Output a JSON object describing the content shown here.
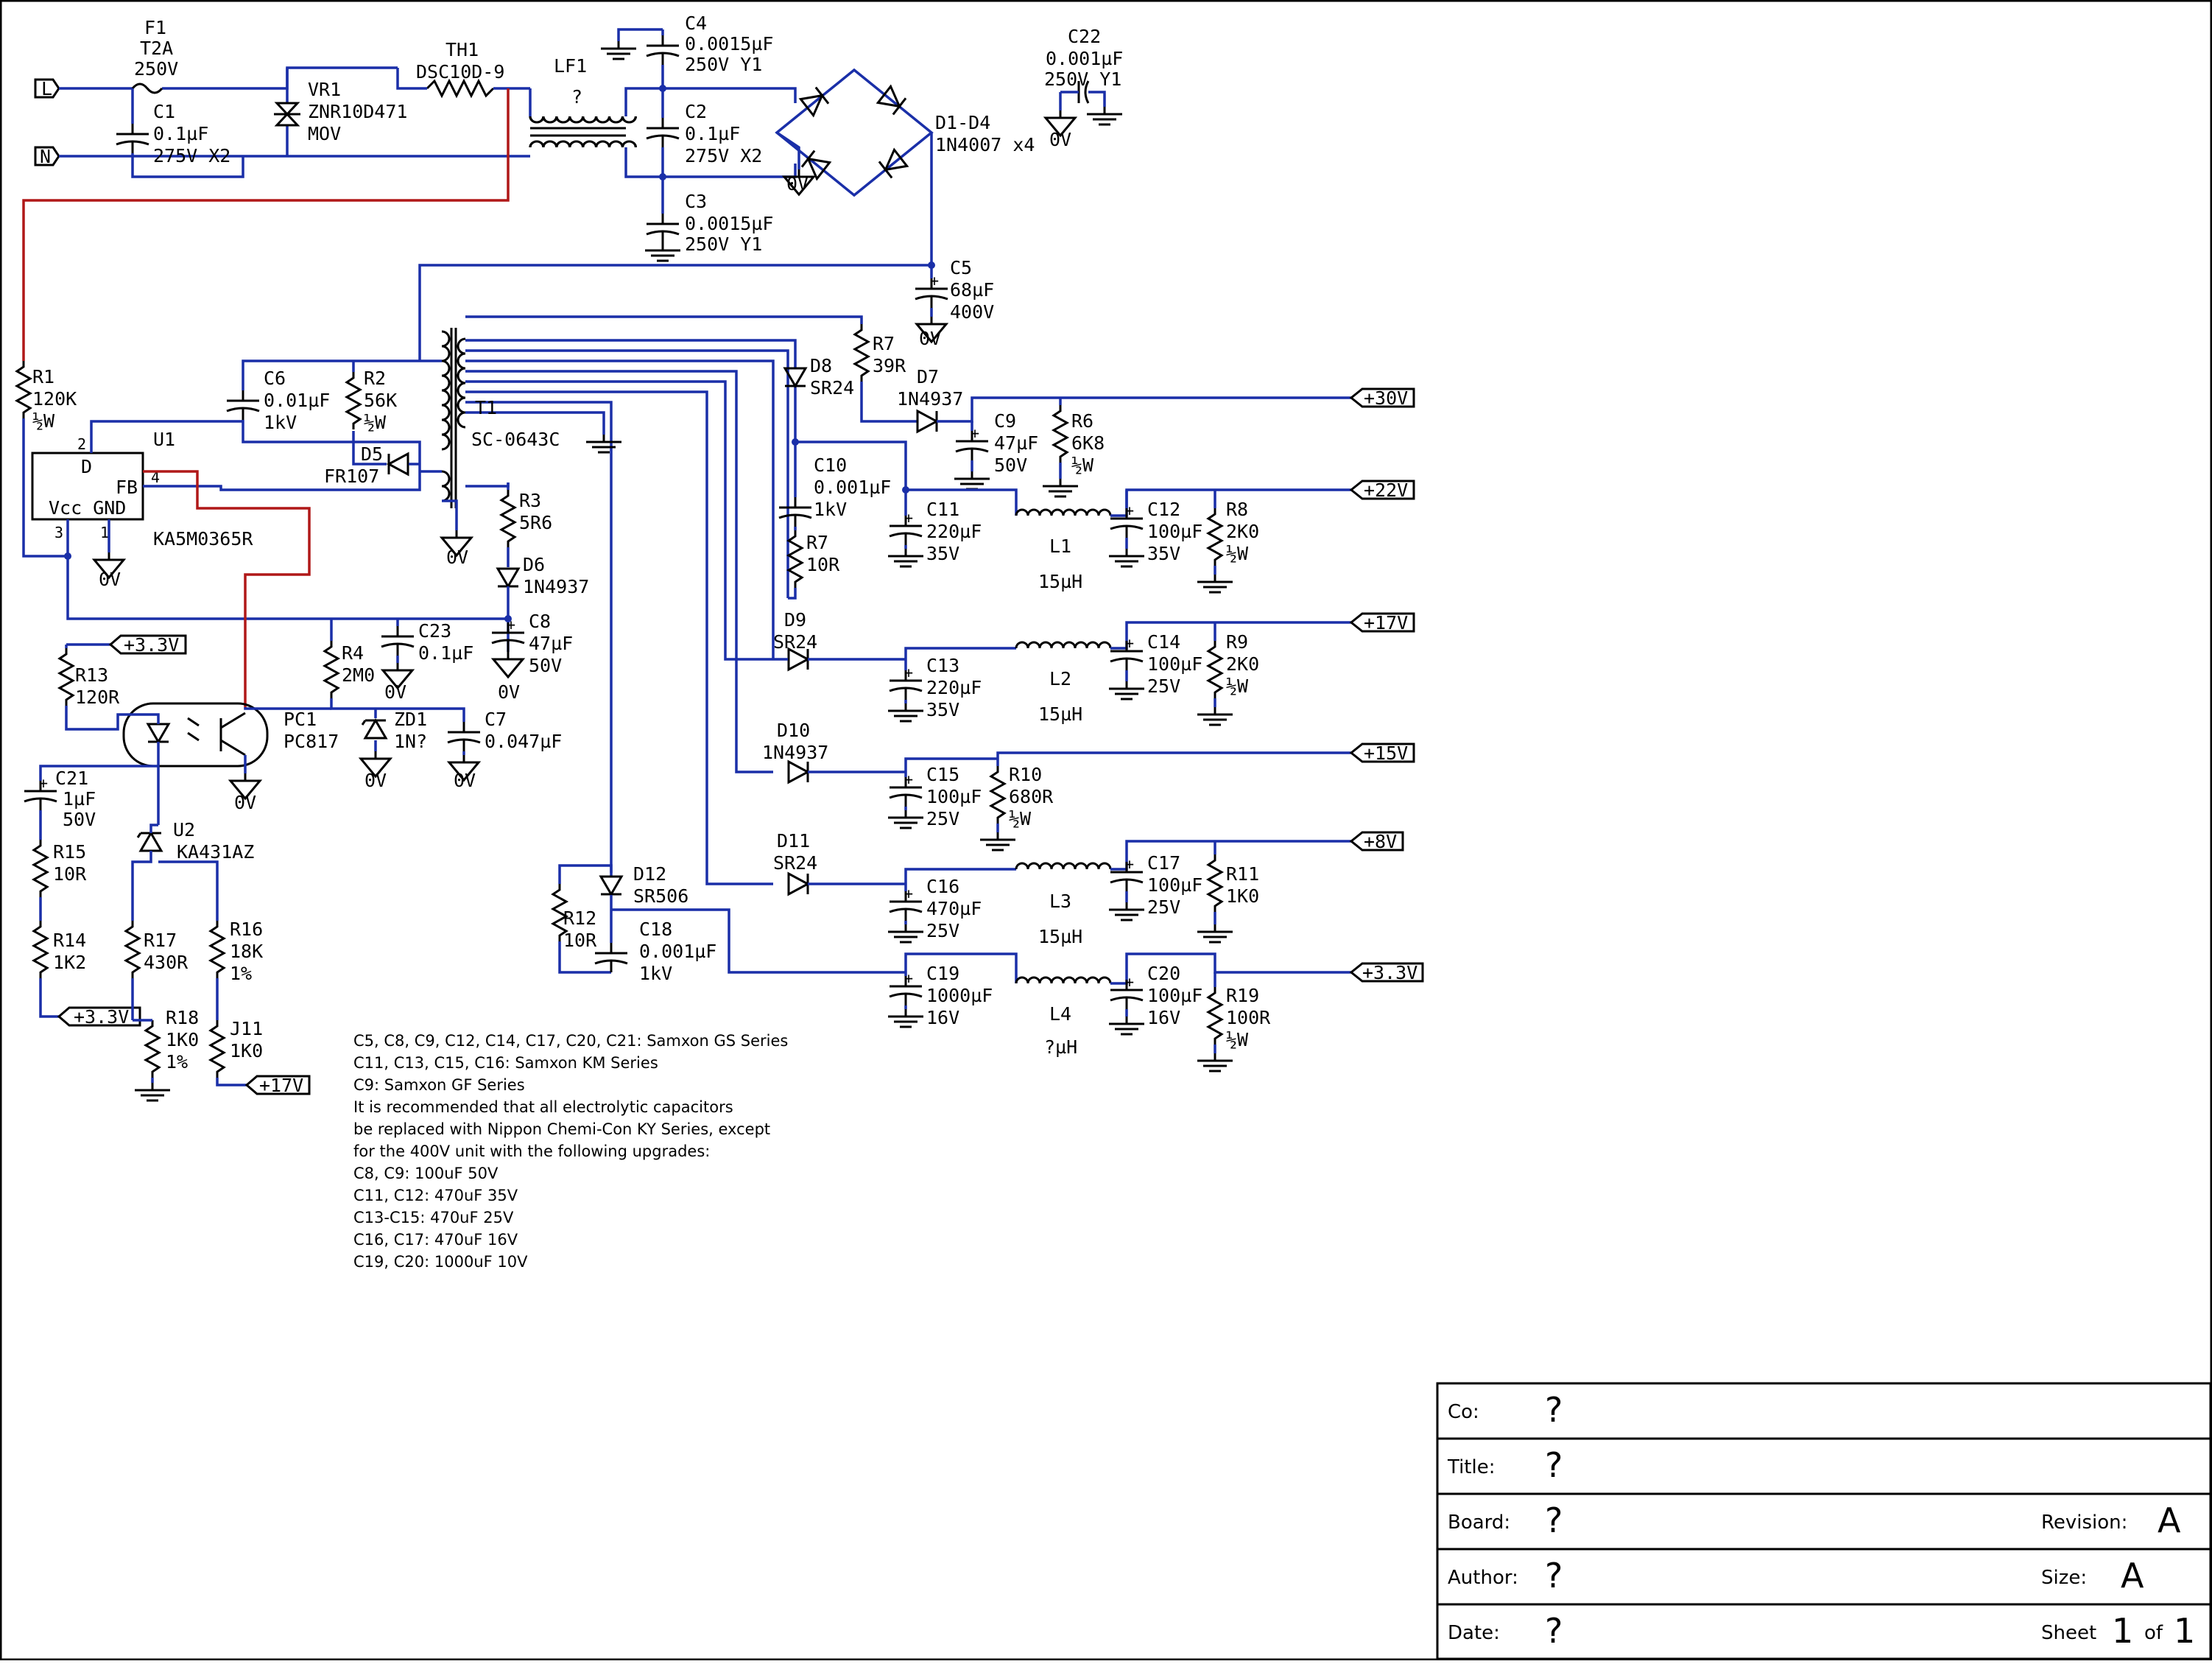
{
  "components": {
    "F1": [
      "F1",
      "T2A",
      "250V"
    ],
    "C1": [
      "C1",
      "0.1µF",
      "275V  X2"
    ],
    "VR1": [
      "VR1",
      "ZNR10D471",
      "MOV"
    ],
    "TH1": [
      "TH1",
      "DSC10D-9"
    ],
    "LF1": [
      "LF1",
      "?"
    ],
    "C4": [
      "C4",
      "0.0015µF",
      "250V  Y1"
    ],
    "C2": [
      "C2",
      "0.1µF",
      "275V  X2"
    ],
    "C3": [
      "C3",
      "0.0015µF",
      "250V  Y1"
    ],
    "C22": [
      "C22",
      "0.001µF",
      "250V  Y1"
    ],
    "D1D4": [
      "D1-D4",
      "1N4007  x4"
    ],
    "C5": [
      "C5",
      "68µF",
      "400V"
    ],
    "C6": [
      "C6",
      "0.01µF",
      "1kV"
    ],
    "R2": [
      "R2",
      "56K",
      "½W"
    ],
    "D5": [
      "D5",
      "FR107"
    ],
    "T1": [
      "T1",
      "SC-0643C"
    ],
    "R7a": [
      "R7",
      "39R"
    ],
    "D7": [
      "D7",
      "1N4937"
    ],
    "D8": [
      "D8",
      "SR24"
    ],
    "C9": [
      "C9",
      "47µF",
      "50V"
    ],
    "R6": [
      "R6",
      "6K8",
      "½W"
    ],
    "C10": [
      "C10",
      "0.001µF",
      "1kV"
    ],
    "R7b": [
      "R7",
      "10R"
    ],
    "C11": [
      "C11",
      "220µF",
      "35V"
    ],
    "L1": [
      "L1",
      "15µH"
    ],
    "C12": [
      "C12",
      "100µF",
      "35V"
    ],
    "R8": [
      "R8",
      "2K0",
      "½W"
    ],
    "R1": [
      "R1",
      "120K",
      "½W"
    ],
    "U1": [
      "U1",
      "KA5M0365R"
    ],
    "R3": [
      "R3",
      "5R6"
    ],
    "D6": [
      "D6",
      "1N4937"
    ],
    "C8": [
      "C8",
      "47µF",
      "50V"
    ],
    "R4": [
      "R4",
      "2M0"
    ],
    "C23": [
      "C23",
      "0.1µF"
    ],
    "D9": [
      "D9",
      "SR24"
    ],
    "C13": [
      "C13",
      "220µF",
      "35V"
    ],
    "L2": [
      "L2",
      "15µH"
    ],
    "C14": [
      "C14",
      "100µF",
      "25V"
    ],
    "R9": [
      "R9",
      "2K0",
      "½W"
    ],
    "R13": [
      "R13",
      "120R"
    ],
    "PC1": [
      "PC1",
      "PC817"
    ],
    "ZD1": [
      "ZD1",
      "1N?"
    ],
    "C7": [
      "C7",
      "0.047µF"
    ],
    "D10": [
      "D10",
      "1N4937"
    ],
    "C15": [
      "C15",
      "100µF",
      "25V"
    ],
    "R10": [
      "R10",
      "680R",
      "½W"
    ],
    "C21": [
      "C21",
      "1µF",
      "50V"
    ],
    "U2": [
      "U2",
      "KA431AZ"
    ],
    "R15": [
      "R15",
      "10R"
    ],
    "D11": [
      "D11",
      "SR24"
    ],
    "C16": [
      "C16",
      "470µF",
      "25V"
    ],
    "L3": [
      "L3",
      "15µH"
    ],
    "C17": [
      "C17",
      "100µF",
      "25V"
    ],
    "R11": [
      "R11",
      "1K0"
    ],
    "R12": [
      "R12",
      "10R"
    ],
    "D12": [
      "D12",
      "SR506"
    ],
    "C18": [
      "C18",
      "0.001µF",
      "1kV"
    ],
    "C19": [
      "C19",
      "1000µF",
      "16V"
    ],
    "L4": [
      "L4",
      "?µH"
    ],
    "C20": [
      "C20",
      "100µF",
      "16V"
    ],
    "R19": [
      "R19",
      "100R",
      "½W"
    ],
    "R14": [
      "R14",
      "1K2"
    ],
    "R17": [
      "R17",
      "430R"
    ],
    "R16": [
      "R16",
      "18K",
      "1%"
    ],
    "R18": [
      "R18",
      "1K0",
      "1%"
    ],
    "J11": [
      "J11",
      "1K0"
    ]
  },
  "u1_pins": {
    "d": "D",
    "fb": "FB",
    "vcc_gnd": "Vcc GND",
    "p2": "2",
    "p4": "4",
    "p3": "3",
    "p1": "1"
  },
  "ground_label": "0V",
  "input_labels": {
    "live": "L",
    "neutral": "N"
  },
  "rails": {
    "v30": "+30V",
    "v22": "+22V",
    "v17": "+17V",
    "v15": "+15V",
    "v8": "+8V",
    "v33": "+3.3V"
  },
  "net_flags": {
    "r13_supply": "+3.3V",
    "r14_supply": "+3.3V",
    "j11_supply": "+17V"
  },
  "notes": [
    "C5, C8, C9, C12, C14, C17, C20, C21: Samxon GS Series",
    "C11, C13, C15, C16: Samxon KM Series",
    "C9: Samxon GF Series",
    "It is recommended that all electrolytic capacitors",
    "be replaced with Nippon Chemi-Con KY Series, except",
    "for the 400V unit with the following upgrades:",
    "C8, C9: 100uF 50V",
    "C11, C12: 470uF 35V",
    "C13-C15: 470uF 25V",
    "C16, C17: 470uF 16V",
    "C19, C20: 1000uF 10V"
  ],
  "title_block": {
    "co_label": "Co:",
    "co_value": "?",
    "title_label": "Title:",
    "title_value": "?",
    "board_label": "Board:",
    "board_value": "?",
    "revision_label": "Revision:",
    "revision_value": "A",
    "author_label": "Author:",
    "author_value": "?",
    "size_label": "Size:",
    "size_value": "A",
    "date_label": "Date:",
    "date_value": "?",
    "sheet_label": "Sheet",
    "sheet_value": "1",
    "of_label": "of",
    "of_value": "1"
  }
}
